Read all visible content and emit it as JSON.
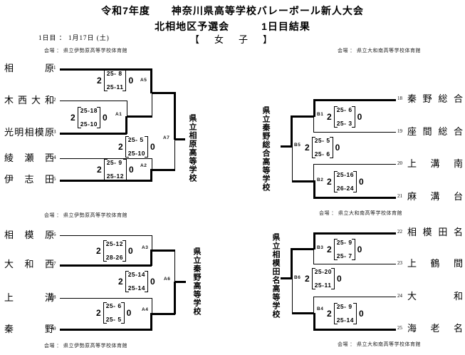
{
  "header": {
    "title_line1": "令和7年度　　神奈川県高等学校バレーボール新人大会",
    "title_line2": "北相地区予選会　　　1日目結果",
    "date_label": "1日目 ： 1月17日 (土)",
    "gender_label": "【　女　子　】"
  },
  "venues": {
    "top_left": "会場 ： 県立伊勢原高等学校体育館",
    "top_right": "会場 ： 県立大和南高等学校体育館",
    "mid_left": "会場 ： 県立伊勢原高等学校体育館",
    "mid_right": "会場 ： 県立大和南高等学校体育館",
    "bottom_left": "会場 ： 県立伊勢原高等学校体育館",
    "bottom_right": "会場 ： 県立大和南高等学校体育館"
  },
  "teams": [
    {
      "seed": "1",
      "name": "相原"
    },
    {
      "seed": "2",
      "name": "木西大和"
    },
    {
      "seed": "3",
      "name": "光明相模原"
    },
    {
      "seed": "4",
      "name": "綾瀬西"
    },
    {
      "seed": "5",
      "name": "伊志田"
    },
    {
      "seed": "6",
      "name": "相模原"
    },
    {
      "seed": "7",
      "name": "大和西"
    },
    {
      "seed": "8",
      "name": "上溝"
    },
    {
      "seed": "9",
      "name": "秦野"
    },
    {
      "seed": "18",
      "name": "秦野総合"
    },
    {
      "seed": "19",
      "name": "座間総合"
    },
    {
      "seed": "20",
      "name": "上溝南"
    },
    {
      "seed": "21",
      "name": "麻溝台"
    },
    {
      "seed": "22",
      "name": "相模田名"
    },
    {
      "seed": "23",
      "name": "上鶴間"
    },
    {
      "seed": "24",
      "name": "大和"
    },
    {
      "seed": "25",
      "name": "海老名"
    }
  ],
  "matches": [
    {
      "id": "A1",
      "w": "2",
      "l": "0",
      "sets": [
        "25-18",
        "25-10"
      ]
    },
    {
      "id": "A5",
      "w": "2",
      "l": "0",
      "sets": [
        "25- 8",
        "25-11"
      ]
    },
    {
      "id": "A2",
      "w": "2",
      "l": "0",
      "sets": [
        "25- 9",
        "25-12"
      ]
    },
    {
      "id": "A7",
      "w": "2",
      "l": "0",
      "sets": [
        "25- 5",
        "25-10"
      ]
    },
    {
      "id": "A3",
      "w": "2",
      "l": "0",
      "sets": [
        "25-12",
        "28-26"
      ]
    },
    {
      "id": "A4",
      "w": "2",
      "l": "0",
      "sets": [
        "25- 6",
        "25- 5"
      ]
    },
    {
      "id": "A6",
      "w": "2",
      "l": "0",
      "sets": [
        "25-14",
        "25-14"
      ]
    },
    {
      "id": "B1",
      "w": "2",
      "l": "0",
      "sets": [
        "25- 6",
        "25- 3"
      ]
    },
    {
      "id": "B2",
      "w": "2",
      "l": "0",
      "sets": [
        "25-16",
        "26-24"
      ]
    },
    {
      "id": "B5",
      "w": "2",
      "l": "0",
      "sets": [
        "25- 5",
        "25- 6"
      ]
    },
    {
      "id": "B3",
      "w": "2",
      "l": "0",
      "sets": [
        "25- 9",
        "25- 7"
      ]
    },
    {
      "id": "B4",
      "w": "2",
      "l": "0",
      "sets": [
        "25- 9",
        "25-14"
      ]
    },
    {
      "id": "B6",
      "w": "2",
      "l": "0",
      "sets": [
        "25-20",
        "25-11"
      ]
    }
  ],
  "block_winners": {
    "left_top": "県立相原高等学校",
    "left_bottom": "県立秦野高等学校",
    "right_top": "県立秦野総合高等学校",
    "right_bottom": "県立相模田名高等学校"
  }
}
